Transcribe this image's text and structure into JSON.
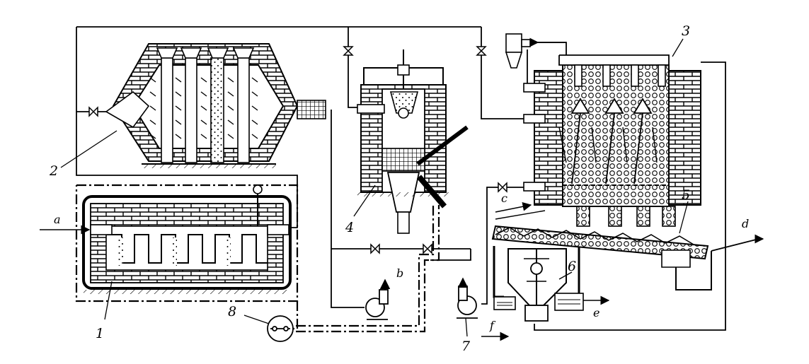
{
  "labels": {
    "unit_1": "1",
    "unit_2": "2",
    "unit_3": "3",
    "unit_4": "4",
    "unit_5": "5",
    "unit_6": "6",
    "unit_7": "7",
    "unit_8": "8"
  },
  "flows": {
    "a": "a",
    "b": "b",
    "c": "c",
    "d": "d",
    "e": "e",
    "f": "f"
  }
}
